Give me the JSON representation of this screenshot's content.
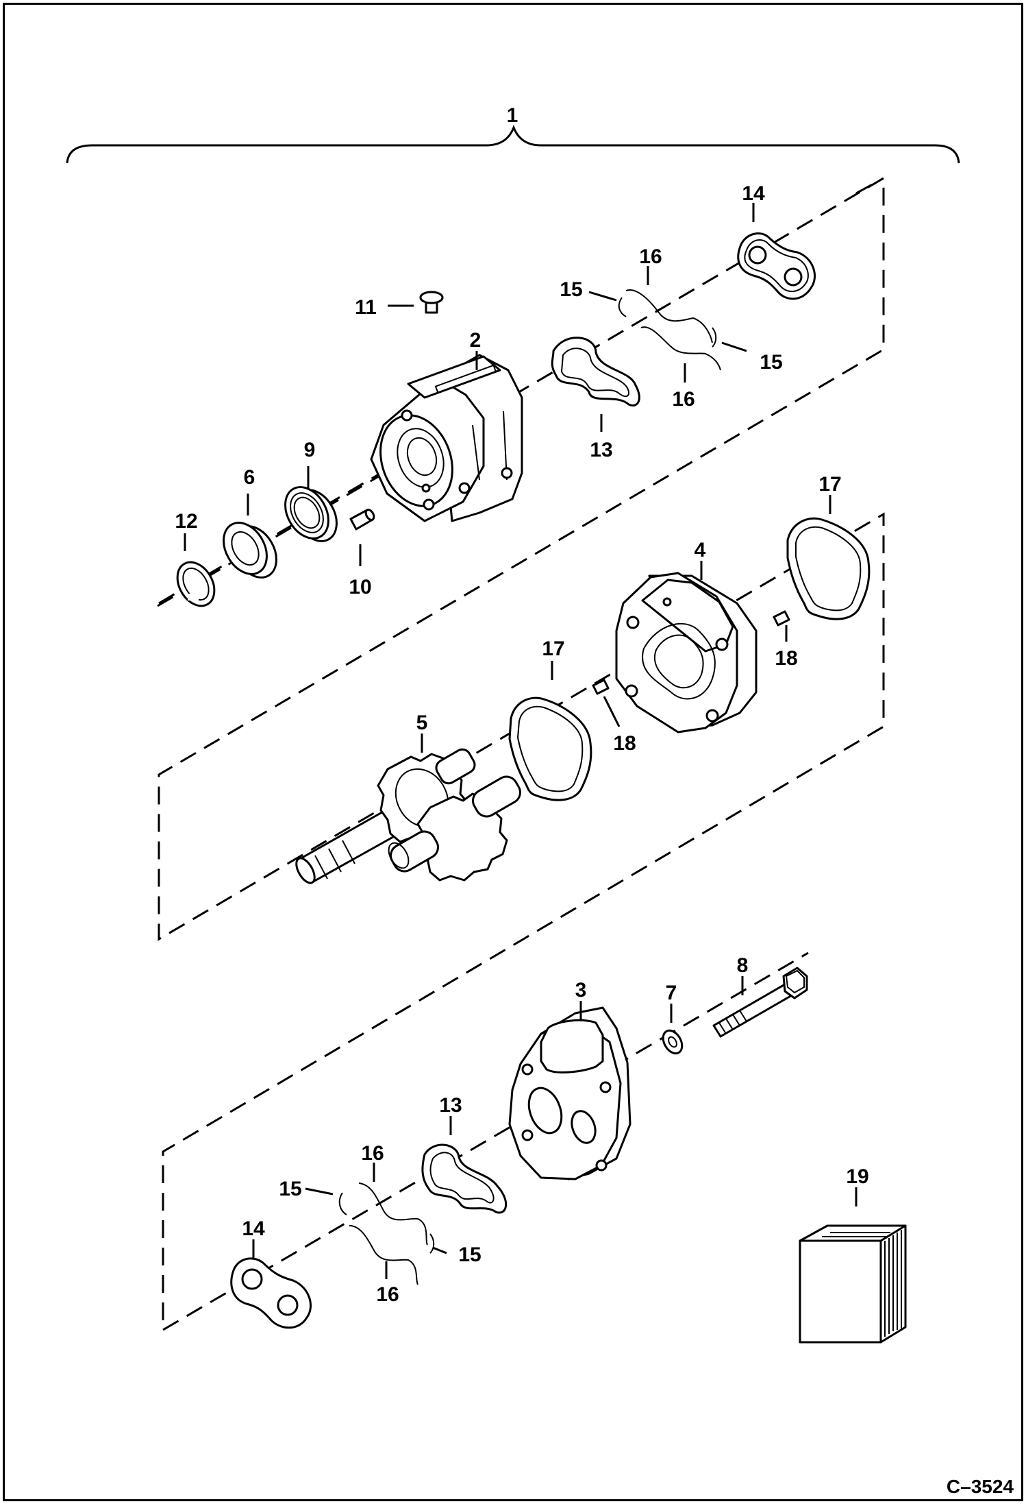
{
  "drawing_code": "C–3524",
  "callouts": {
    "c1": "1",
    "c2": "2",
    "c3": "3",
    "c4": "4",
    "c5": "5",
    "c6": "6",
    "c7": "7",
    "c8": "8",
    "c9": "9",
    "c10": "10",
    "c11": "11",
    "c12": "12",
    "c13a": "13",
    "c13b": "13",
    "c14a": "14",
    "c14b": "14",
    "c15a": "15",
    "c15b": "15",
    "c15c": "15",
    "c15d": "15",
    "c16a": "16",
    "c16b": "16",
    "c16c": "16",
    "c16d": "16",
    "c17a": "17",
    "c17b": "17",
    "c18a": "18",
    "c18b": "18",
    "c19": "19"
  }
}
